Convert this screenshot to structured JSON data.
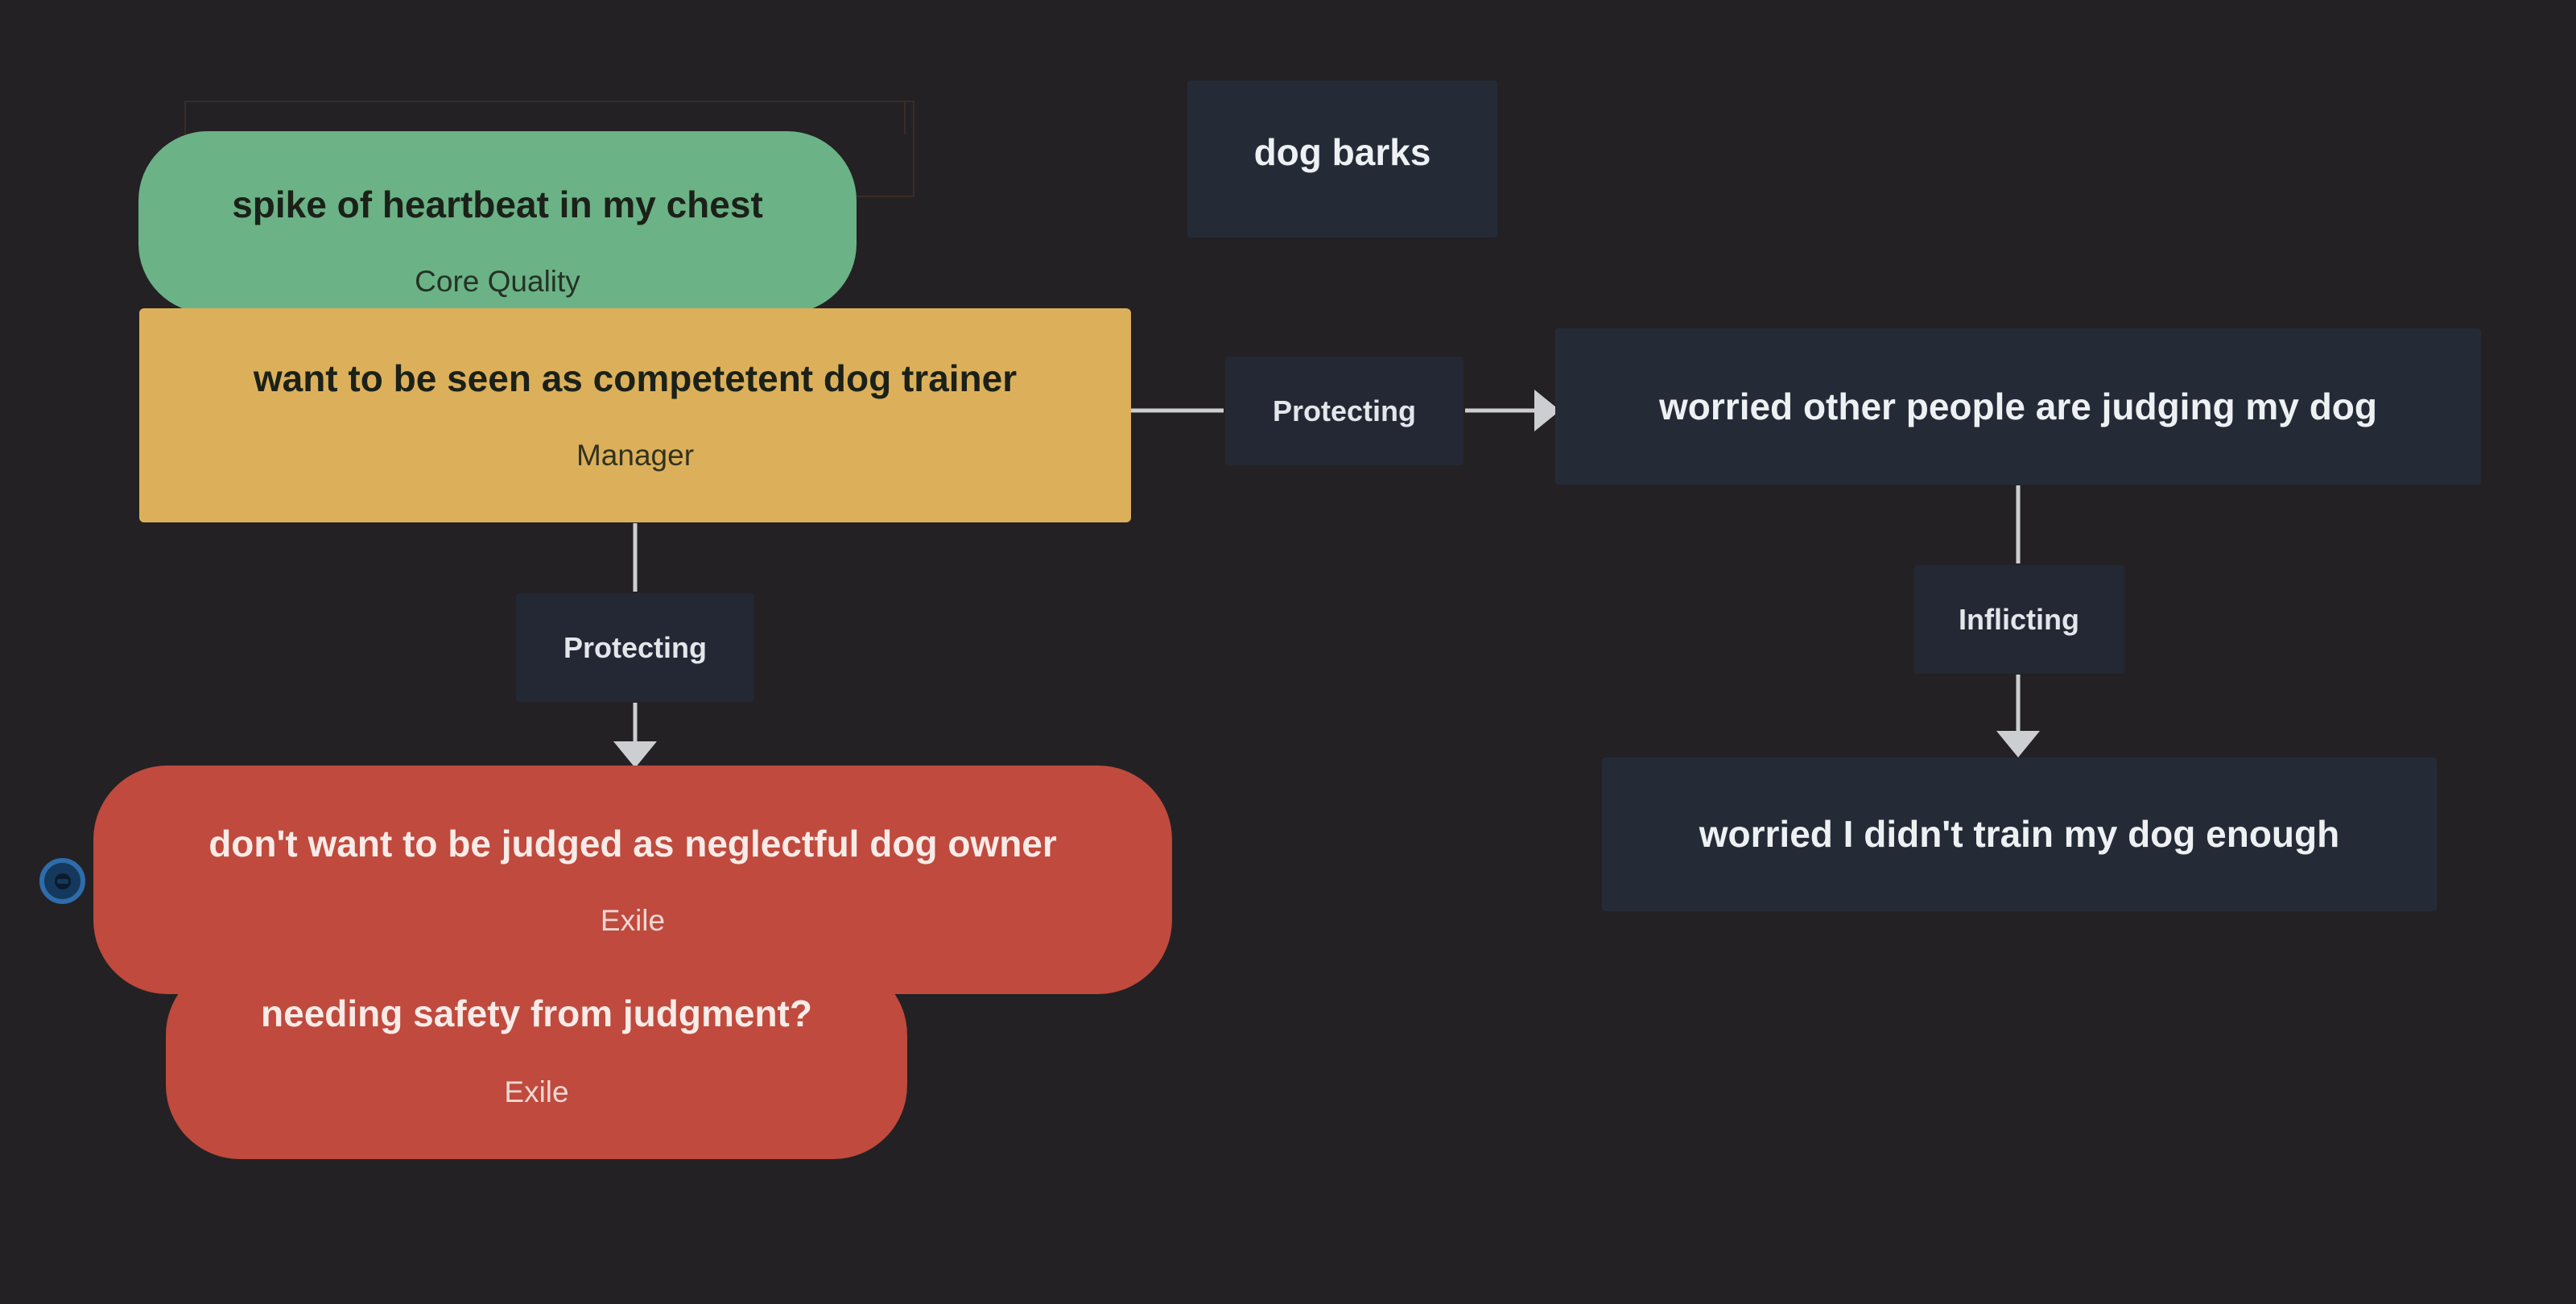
{
  "colors": {
    "bg": "#232124",
    "node-dark": "#252b36",
    "label-dark": "#232834",
    "green": "#6cb287",
    "yellow": "#dcb05b",
    "red": "#bf4a3d",
    "edge": "#cdced2",
    "text-light": "#eef1f4",
    "text-dark": "#1b2118",
    "red-text": "#f8ebe8",
    "edge-label-text": "#e3e6ea",
    "ghost-border": "#3c2b26",
    "icon-ring": "#2e6cab",
    "icon-fill": "#14395c",
    "icon-core": "#0b1a2e"
  },
  "nodes": {
    "core_quality": {
      "title": "spike of heartbeat in my chest",
      "subtitle": "Core Quality"
    },
    "manager": {
      "title": "want to be seen as competetent dog trainer",
      "subtitle": "Manager"
    },
    "dog_barks": {
      "title": "dog barks"
    },
    "worried_judging": {
      "title": "worried other people are judging my dog"
    },
    "worried_training": {
      "title": "worried I didn't train my dog enough"
    },
    "exile_neglectful": {
      "title": "don't want to be judged as neglectful dog owner",
      "subtitle": "Exile"
    },
    "exile_safety": {
      "title": "needing safety from judgment?",
      "subtitle": "Exile"
    }
  },
  "edge_labels": {
    "protecting_to_worry": "Protecting",
    "protecting_to_exile": "Protecting",
    "inflicting": "Inflicting"
  }
}
